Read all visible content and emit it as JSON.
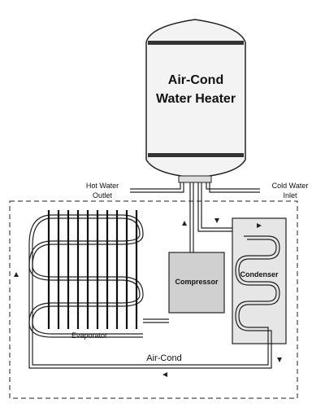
{
  "tank": {
    "title_line1": "Air-Cond",
    "title_line2": "Water Heater"
  },
  "labels": {
    "hot_line1": "Hot Water",
    "hot_line2": "Outlet",
    "cold_line1": "Cold Water",
    "cold_line2": "Inlet",
    "compressor": "Compressor",
    "condenser": "Condenser",
    "evaporator": "Evaporator",
    "system": "Air-Cond"
  },
  "colors": {
    "line": "#222222",
    "tank_fill": "#f3f3f3",
    "box_fill": "#d0d0d0",
    "band": "#333333"
  }
}
